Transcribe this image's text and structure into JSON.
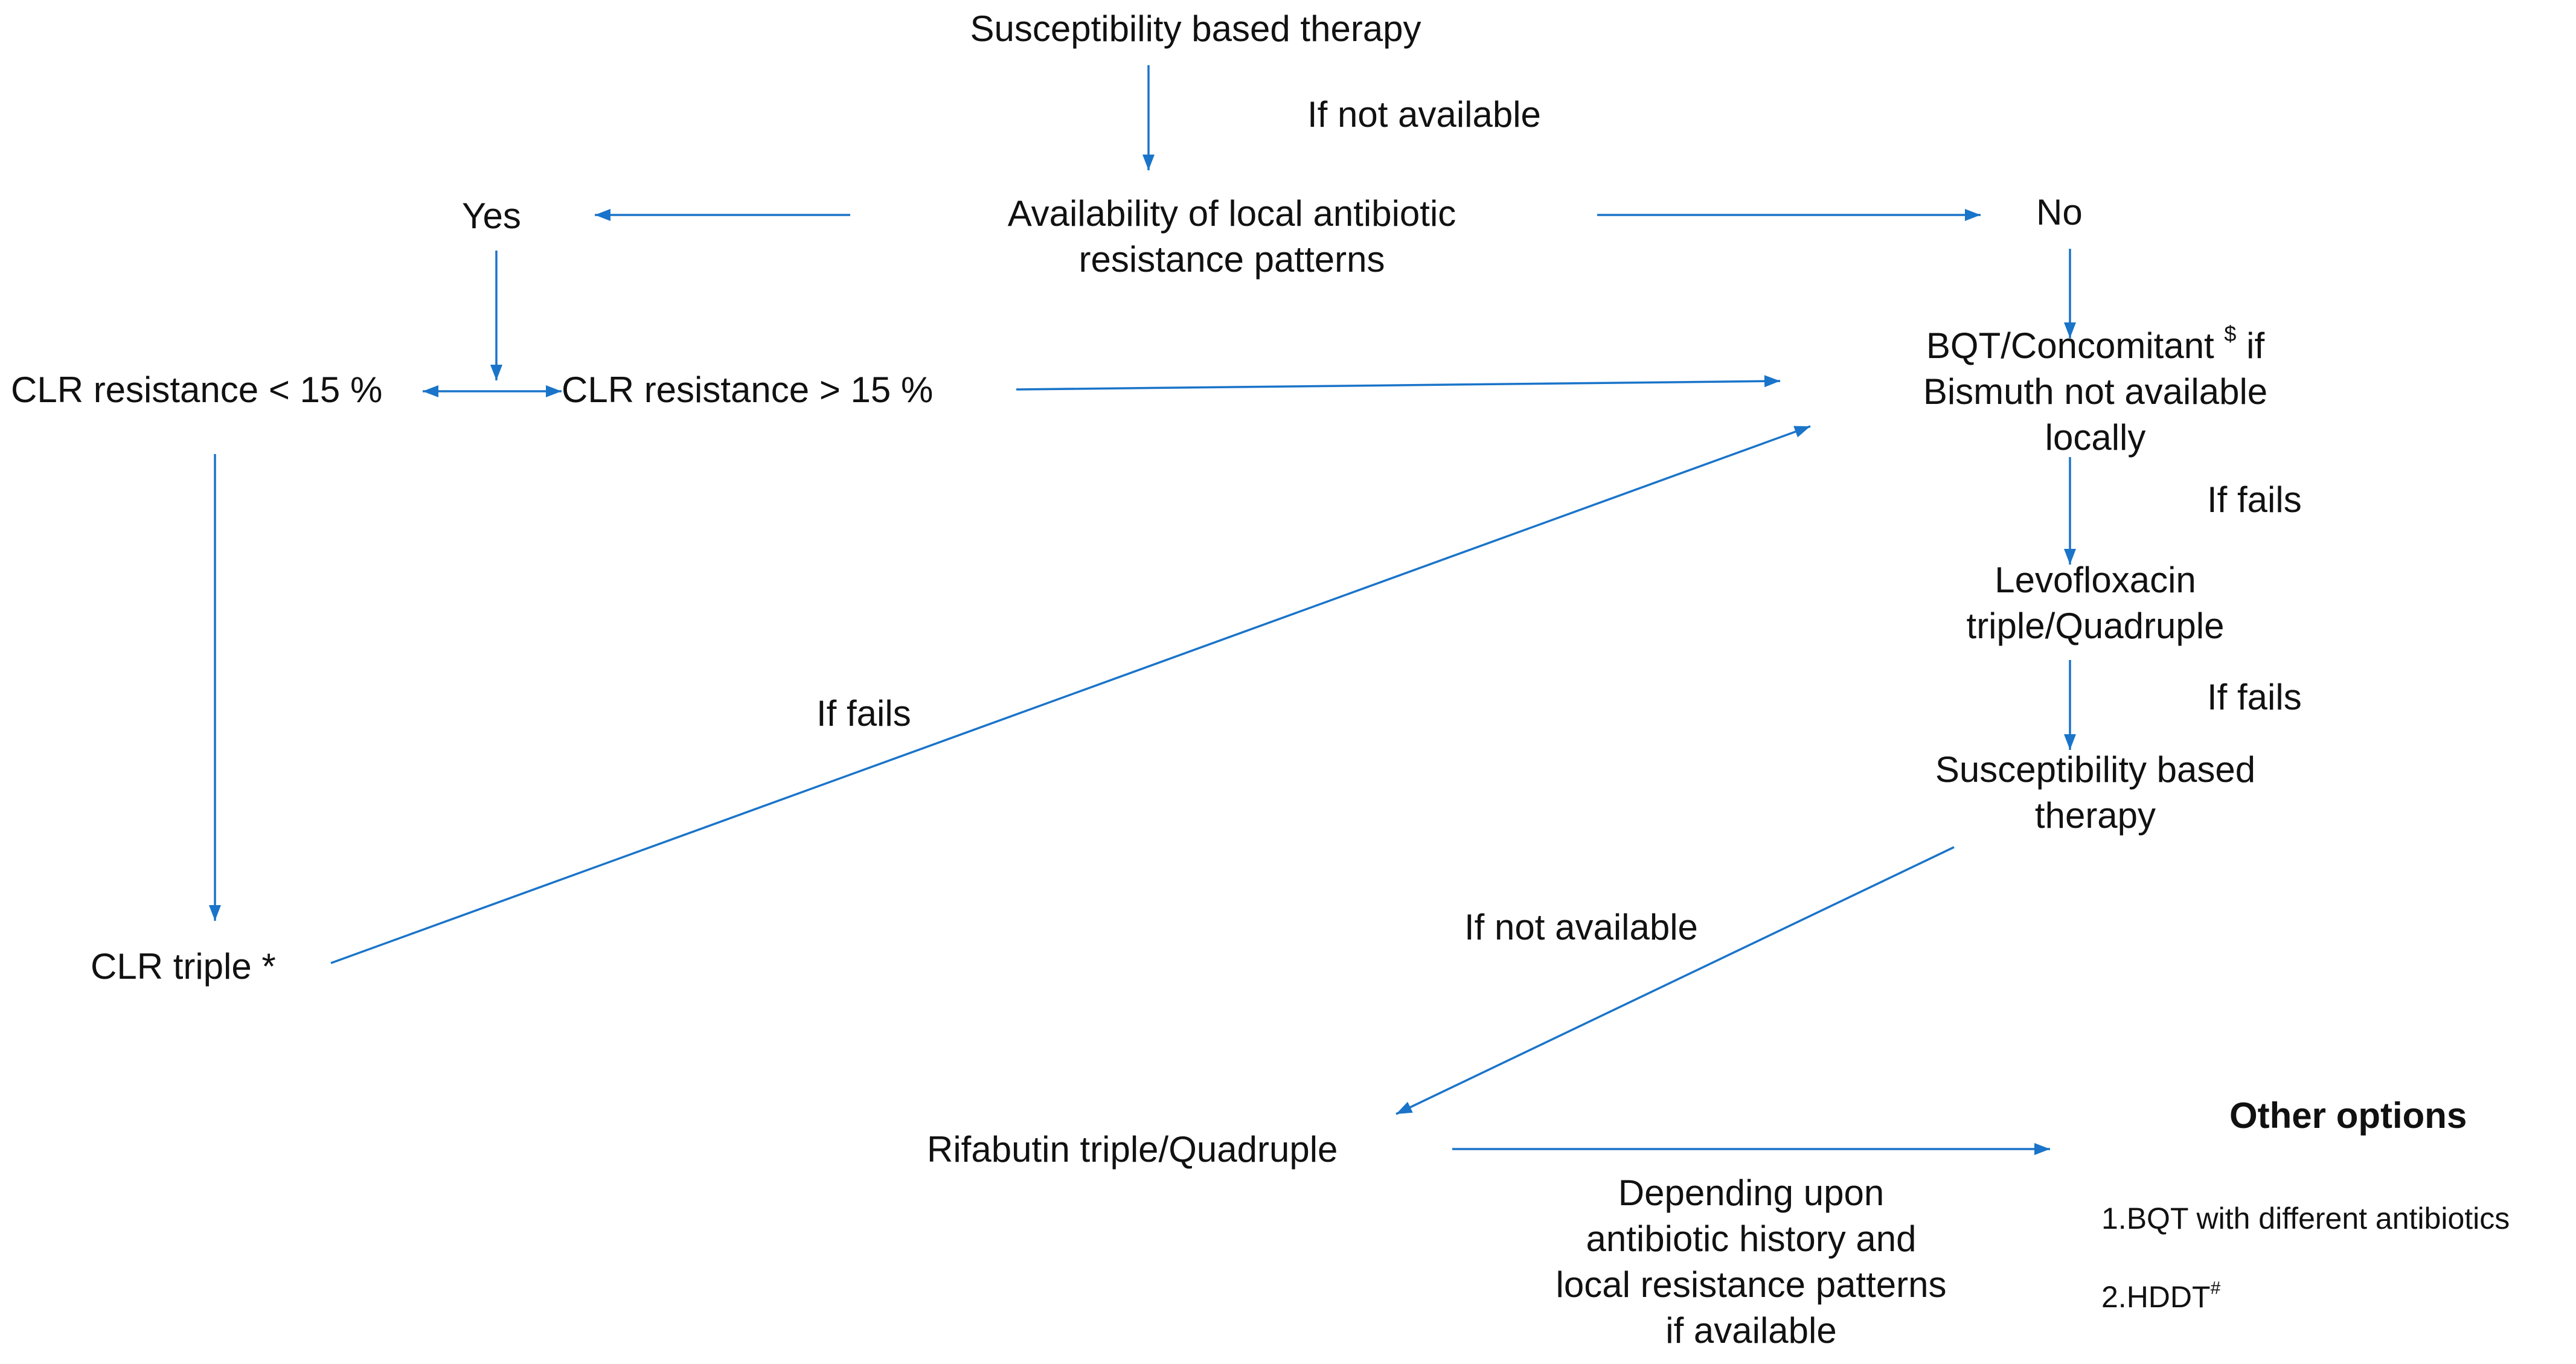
{
  "colors": {
    "arrow": "#1a74c9",
    "text": "#111111",
    "background": "#ffffff"
  },
  "nodes": {
    "susceptibility_top": "Susceptibility based therapy",
    "availability_line1": "Availability of local antibiotic",
    "availability_line2": "resistance patterns",
    "yes": "Yes",
    "no": "No",
    "clr_lt15": "CLR resistance < 15 %",
    "clr_gt15": "CLR resistance > 15 %",
    "bqt_line1_prefix": "BQT/Concomitant ",
    "bqt_line1_sup": "$",
    "bqt_line1_suffix": " if",
    "bqt_line2": "Bismuth not available",
    "bqt_line3": "locally",
    "levo_line1": "Levofloxacin",
    "levo_line2": "triple/Quadruple",
    "susc_right_line1": "Susceptibility based",
    "susc_right_line2": "therapy",
    "clr_triple": "CLR triple *",
    "rifabutin": "Rifabutin triple/Quadruple",
    "depending_line1": "Depending upon",
    "depending_line2": "antibiotic history and",
    "depending_line3": "local resistance patterns",
    "depending_line4": "if available"
  },
  "edge_labels": {
    "if_not_available_top": "If not available",
    "if_fails_bqt": "If fails",
    "if_fails_levo": "If fails",
    "if_fails_clr": "If fails",
    "if_not_available_bottom": "If not available"
  },
  "other_options": {
    "heading": "Other options",
    "item1": "1.BQT with different antibiotics",
    "item2_prefix": "2.HDDT",
    "item2_sup": "#"
  }
}
